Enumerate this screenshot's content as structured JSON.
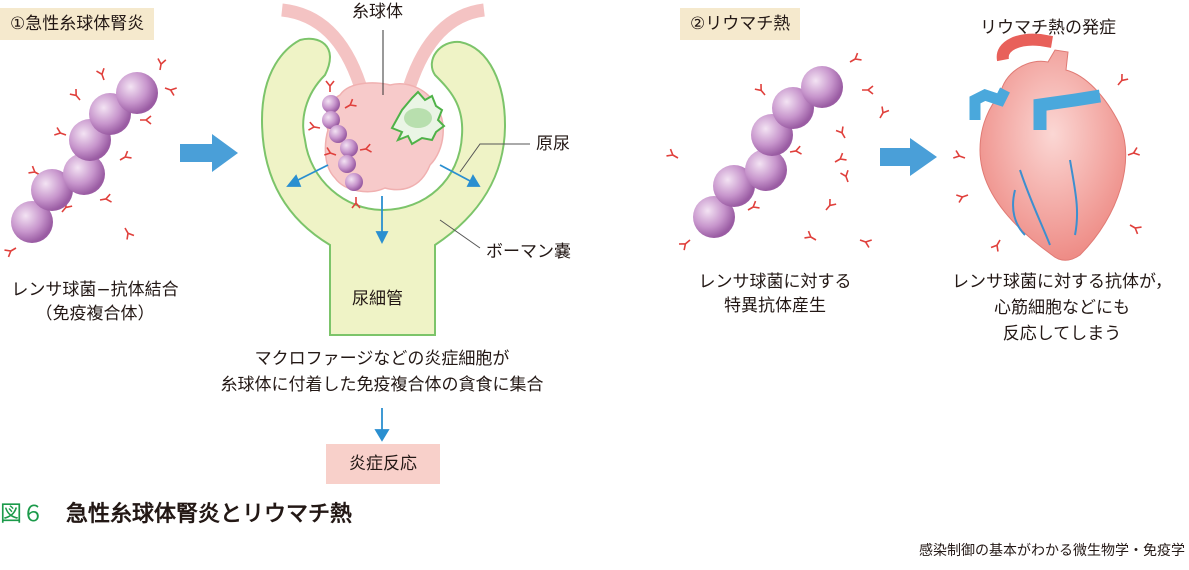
{
  "panel1": {
    "title": "①急性糸球体腎炎",
    "complex_label": [
      "レンサ球菌−抗体結合",
      "（免疫複合体）"
    ],
    "glomerulus_label": "糸球体",
    "urine_label": "原尿",
    "bowman_label": "ボーマン嚢",
    "tubule_label": "尿細管",
    "caption": [
      "マクロファージなどの炎症細胞が",
      "糸球体に付着した免疫複合体の貪食に集合"
    ],
    "result": "炎症反応"
  },
  "panel2": {
    "title": "②リウマチ熱",
    "heart_title": "リウマチ熱の発症",
    "left_caption": [
      "レンサ球菌に対する",
      "特異抗体産生"
    ],
    "right_caption": [
      "レンサ球菌に対する抗体が，",
      "心筋細胞などにも",
      "反応してしまう"
    ]
  },
  "figure": {
    "number": "図６",
    "title": "急性糸球体腎炎とリウマチ熱"
  },
  "credit": "感染制御の基本がわかる微生物学・免疫学",
  "colors": {
    "beige": "#f5e9cd",
    "pink": "#f8d0ca",
    "arrow": "#4a9fd8",
    "green": "#1b9a4a",
    "capsule": "#eff3c6",
    "sphere": "#b97fc0",
    "antibody": "#e0403c"
  }
}
